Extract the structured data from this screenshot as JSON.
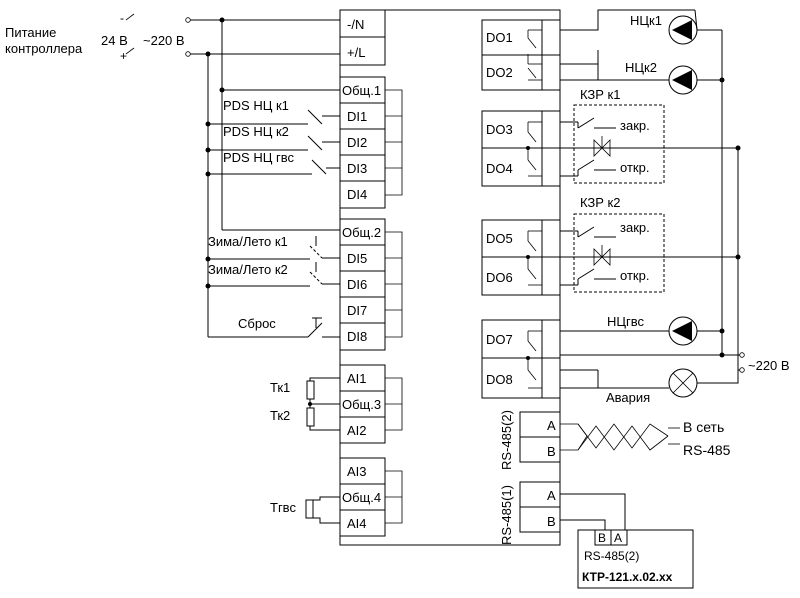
{
  "power": {
    "label_line1": "Питание",
    "label_line2": "контроллера",
    "v24": "24 В",
    "v220": "~220 В",
    "minus": "-",
    "plus": "+"
  },
  "controller": {
    "left_terminals": [
      "-/N",
      "+/L",
      "Общ.1",
      "DI1",
      "DI2",
      "DI3",
      "DI4",
      "Общ.2",
      "DI5",
      "DI6",
      "DI7",
      "DI8",
      "AI1",
      "Общ.3",
      "AI2",
      "AI3",
      "Общ.4",
      "AI4"
    ],
    "right_terminals": [
      "DO1",
      "DO2",
      "DO3",
      "DO4",
      "DO5",
      "DO6",
      "DO7",
      "DO8"
    ],
    "rs485_2": {
      "label": "RS-485(2)",
      "a": "A",
      "b": "B"
    },
    "rs485_1": {
      "label": "RS-485(1)",
      "a": "A",
      "b": "B"
    }
  },
  "inputs": {
    "pds_k1": "PDS НЦ к1",
    "pds_k2": "PDS НЦ к2",
    "pds_gvs": "PDS НЦ гвс",
    "winter_summer_k1": "Зима/Лето к1",
    "winter_summer_k2": "Зима/Лето к2",
    "reset": "Сброс",
    "tk1": "Тк1",
    "tk2": "Тк2",
    "tgvs": "Тгвс"
  },
  "outputs": {
    "pump_k1": "НЦк1",
    "pump_k2": "НЦк2",
    "valve_k1": "КЗР к1",
    "valve_k2": "КЗР к2",
    "close": "закр.",
    "open": "откр.",
    "pump_gvs": "НЦгвс",
    "alarm": "Авария",
    "supply": "~220 В"
  },
  "network": {
    "line1": "В сеть",
    "line2": "RS-485"
  },
  "ktr": {
    "b": "B",
    "a": "A",
    "port": "RS-485(2)",
    "model": "КТР-121.x.02.xx"
  }
}
